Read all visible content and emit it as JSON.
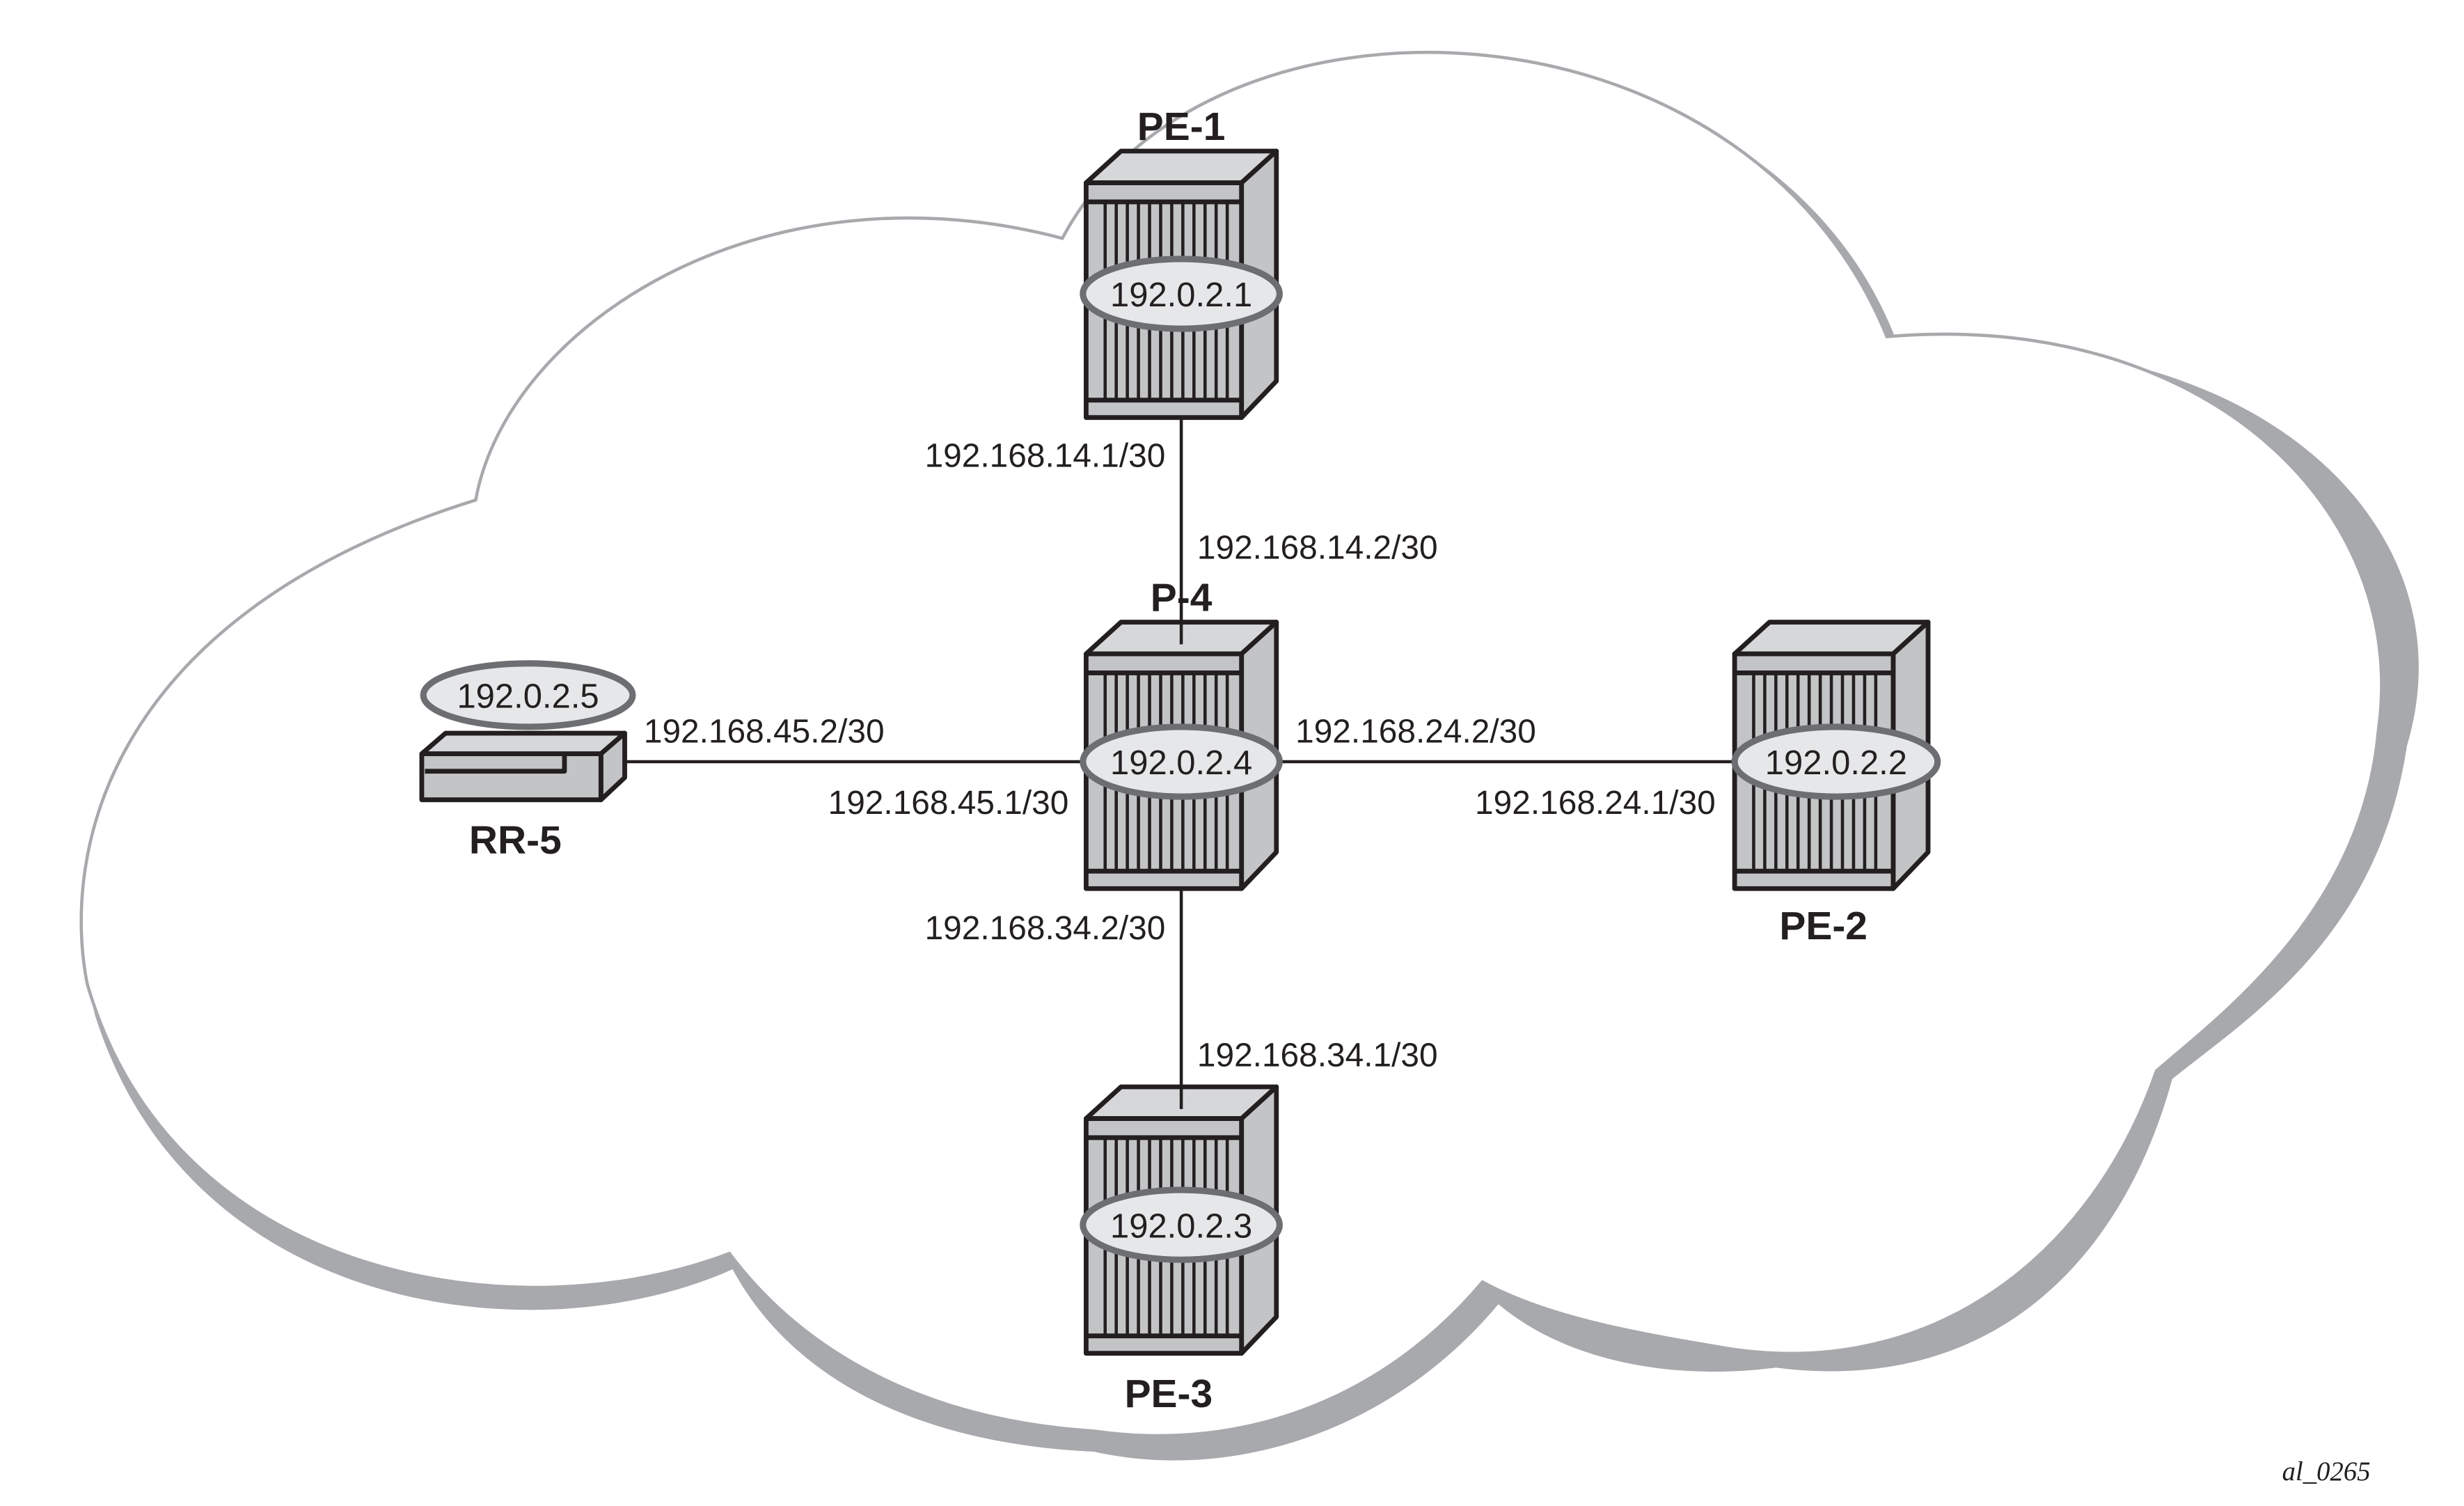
{
  "diagram": {
    "type": "network-topology",
    "figure_id": "al_0265",
    "colors": {
      "cloud_outline": "#a7a9ac",
      "cloud_shadow": "#a7a9ac",
      "device_front": "#c3c4c6",
      "device_top": "#d6d7d9",
      "device_outline": "#231f20",
      "ip_oval_fill": "#e6e7e8",
      "ip_oval_stroke": "#6d6e71",
      "text": "#231f20"
    },
    "nodes": [
      {
        "id": "PE-1",
        "name": "PE-1",
        "system_ip": "192.0.2.1",
        "kind": "router"
      },
      {
        "id": "PE-2",
        "name": "PE-2",
        "system_ip": "192.0.2.2",
        "kind": "router"
      },
      {
        "id": "PE-3",
        "name": "PE-3",
        "system_ip": "192.0.2.3",
        "kind": "router"
      },
      {
        "id": "P-4",
        "name": "P-4",
        "system_ip": "192.0.2.4",
        "kind": "router"
      },
      {
        "id": "RR-5",
        "name": "RR-5",
        "system_ip": "192.0.2.5",
        "kind": "route-reflector"
      }
    ],
    "links": [
      {
        "from": "PE-1",
        "to": "P-4",
        "from_ip": "192.168.14.1/30",
        "to_ip": "192.168.14.2/30"
      },
      {
        "from": "P-4",
        "to": "PE-2",
        "from_ip": "192.168.24.2/30",
        "to_ip": "192.168.24.1/30"
      },
      {
        "from": "P-4",
        "to": "PE-3",
        "from_ip": "192.168.34.2/30",
        "to_ip": "192.168.34.1/30"
      },
      {
        "from": "P-4",
        "to": "RR-5",
        "from_ip": "192.168.45.1/30",
        "to_ip": "192.168.45.2/30"
      }
    ]
  }
}
